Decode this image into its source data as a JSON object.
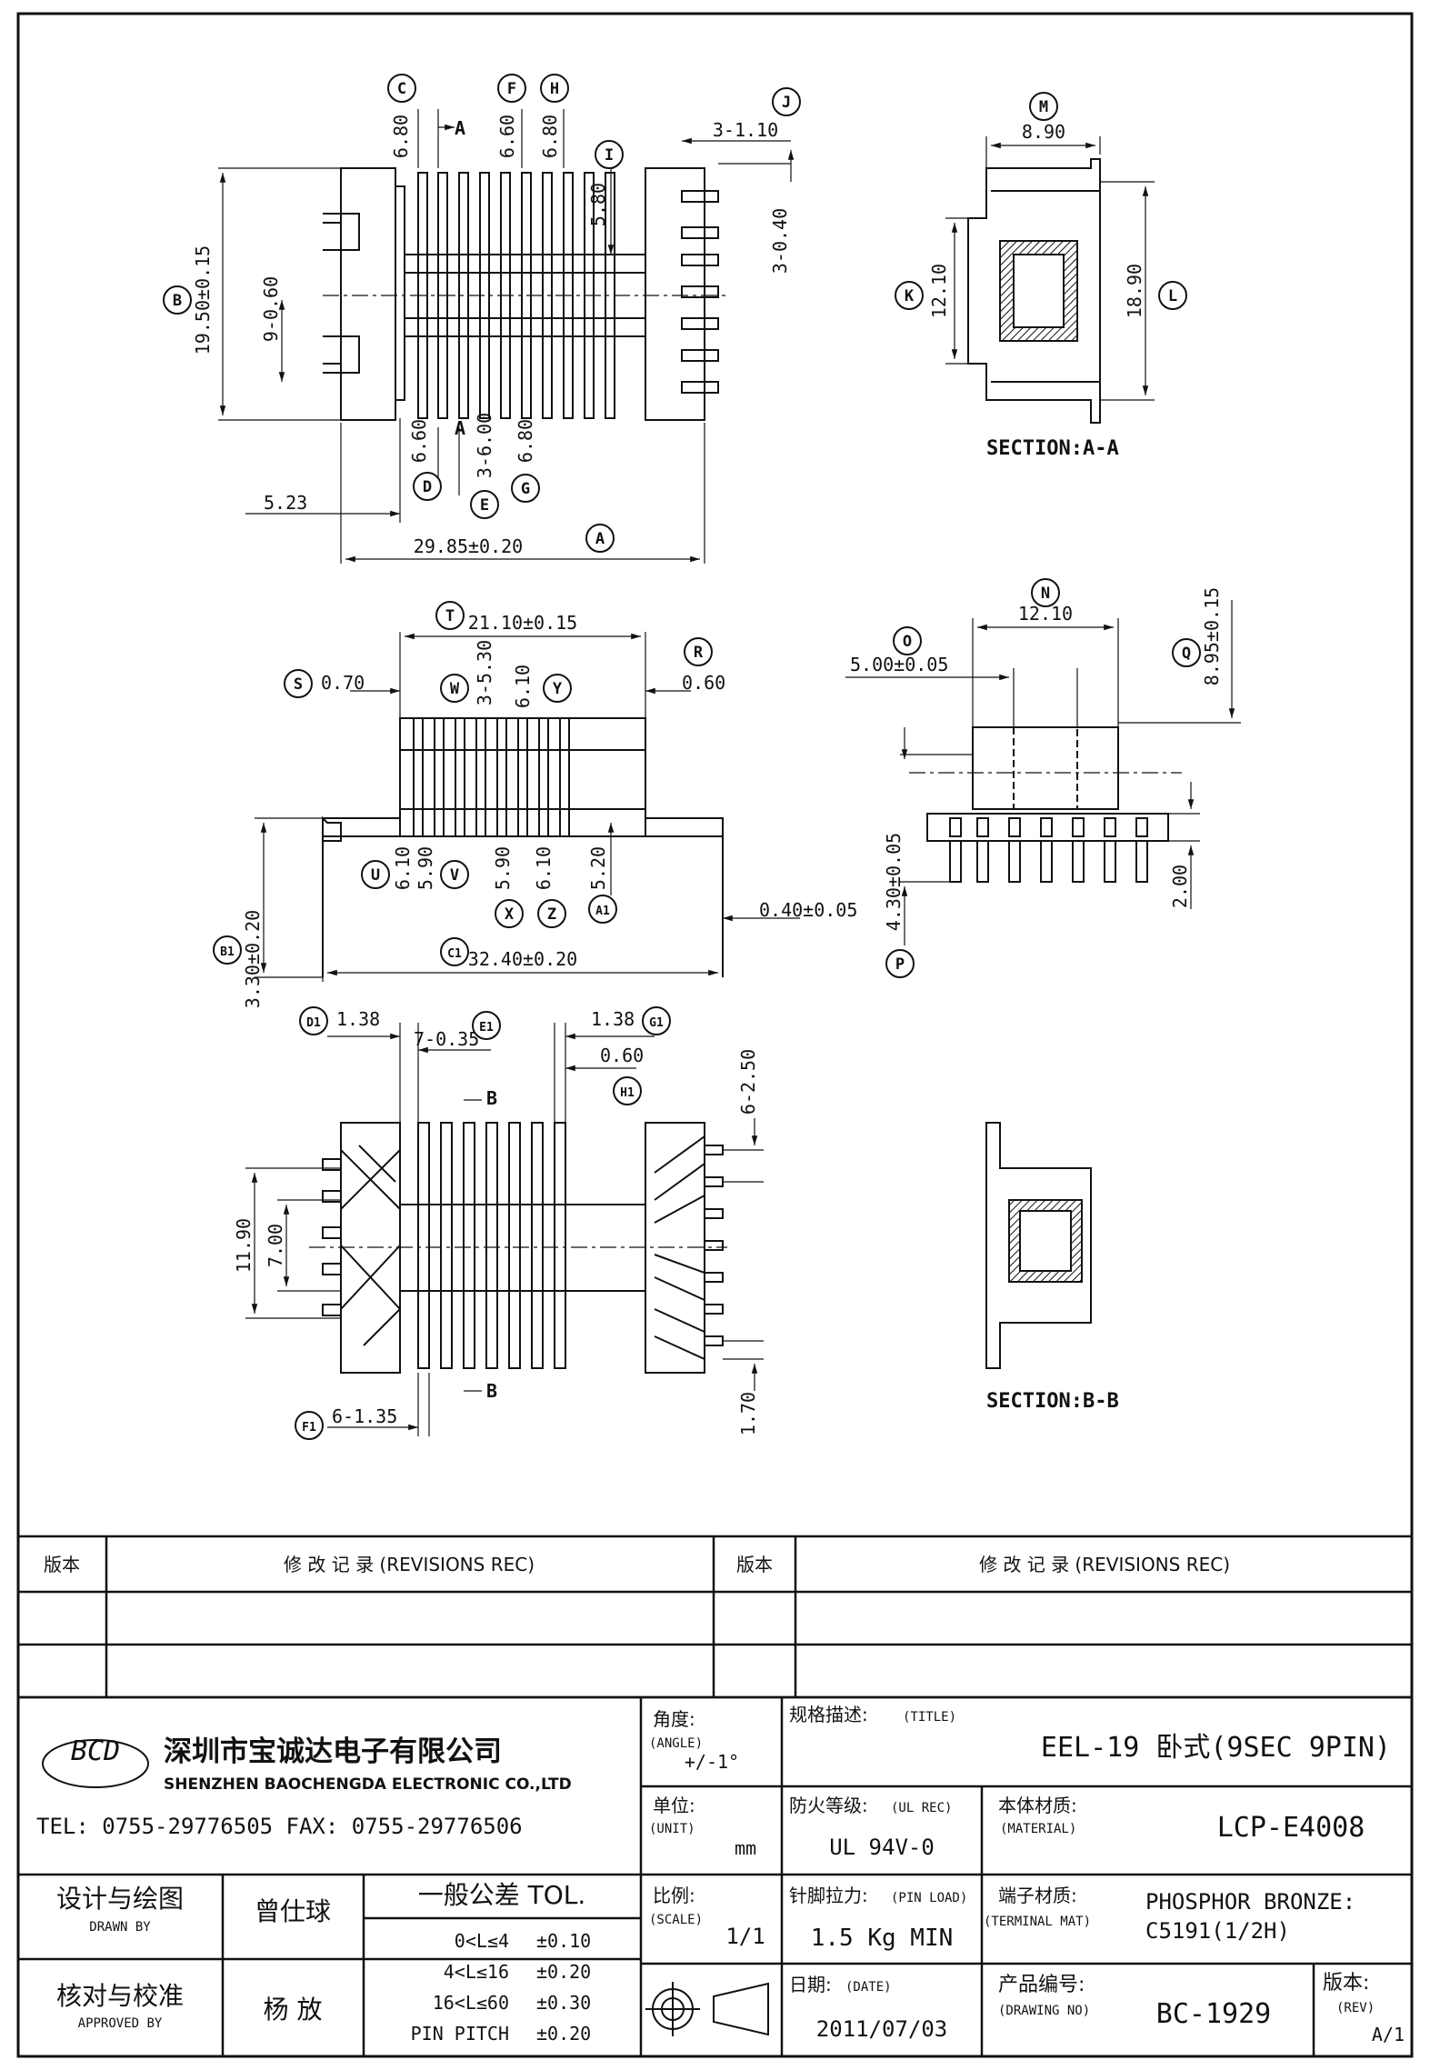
{
  "views": {
    "section_aa": {
      "label": "SECTION:A-A"
    },
    "section_bb": {
      "label": "SECTION:B-B"
    }
  },
  "callouts": {
    "A": "A",
    "B": "B",
    "C": "C",
    "D": "D",
    "E": "E",
    "F": "F",
    "G": "G",
    "H": "H",
    "I": "I",
    "J": "J",
    "K": "K",
    "L": "L",
    "M": "M",
    "N": "N",
    "O": "O",
    "P": "P",
    "Q": "Q",
    "R": "R",
    "S": "S",
    "T": "T",
    "U": "U",
    "V": "V",
    "W": "W",
    "X": "X",
    "Y": "Y",
    "Z": "Z",
    "A1": "A1",
    "B1": "B1",
    "C1": "C1",
    "D1": "D1",
    "E1": "E1",
    "F1": "F1",
    "G1": "G1",
    "H1": "H1"
  },
  "dimensions": {
    "top_C": "6.80",
    "top_F": "6.60",
    "top_H": "6.80",
    "top_J": "3-1.10",
    "top_I": "5.80",
    "top_J2": "3-0.40",
    "top_B": "19.50±0.15",
    "top_9": "9-0.60",
    "top_D": "6.60",
    "top_E": "3-6.00",
    "top_G": "6.80",
    "top_523": "5.23",
    "top_A": "29.85±0.20",
    "sec_M": "8.90",
    "sec_K": "12.10",
    "sec_L": "18.90",
    "side_T": "21.10±0.15",
    "side_S": "0.70",
    "side_W": "3-5.30",
    "side_Y": "6.10",
    "side_R": "0.60",
    "side_U": "6.10",
    "side_V": "5.90",
    "side_X": "5.90",
    "side_Z": "6.10",
    "side_A1": "5.20",
    "side_040": "0.40±0.05",
    "side_C1": "32.40±0.20",
    "side_B1": "3.30±0.20",
    "end_N": "12.10",
    "end_O": "5.00±0.05",
    "end_Q": "8.95±0.15",
    "end_P": "4.30±0.05",
    "end_200": "2.00",
    "bot_D1": "1.38",
    "bot_E1": "7-0.35",
    "bot_G1": "1.38",
    "bot_H1": "0.60",
    "bot_250": "6-2.50",
    "bot_1190": "11.90",
    "bot_700": "7.00",
    "bot_F1": "6-1.35",
    "bot_170": "1.70",
    "section_mark": "A",
    "section_mark_b": "B"
  },
  "title_block": {
    "rev_header_left": "版本",
    "rev_header_text": "修 改 记 录  (REVISIONS REC)",
    "rev_header_right": "版本",
    "company_logo": "BCD",
    "company_cn": "深圳市宝诚达电子有限公司",
    "company_en": "SHENZHEN BAOCHENGDA ELECTRONIC CO.,LTD",
    "tel_fax": "TEL: 0755-29776505  FAX: 0755-29776506",
    "angle_label": "角度:",
    "angle_en": "(ANGLE)",
    "angle_value": "+/-1°",
    "title_label": "规格描述:",
    "title_en": "(TITLE)",
    "title_value": "EEL-19 卧式(9SEC 9PIN)",
    "unit_label": "单位:",
    "unit_en": "(UNIT)",
    "unit_value": "mm",
    "ul_label": "防火等级:",
    "ul_en": "(UL REC)",
    "ul_value": "UL 94V-0",
    "material_label": "本体材质:",
    "material_en": "(MATERIAL)",
    "material_value": "LCP-E4008",
    "drawn_label": "设计与绘图",
    "drawn_en": "DRAWN BY",
    "drawn_value": "曾仕球",
    "tol_label": "一般公差 TOL.",
    "tol_rows": [
      {
        "range": "0<L≤4",
        "tol": "±0.10"
      },
      {
        "range": "4<L≤16",
        "tol": "±0.20"
      },
      {
        "range": "16<L≤60",
        "tol": "±0.30"
      },
      {
        "range": "PIN PITCH",
        "tol": "±0.20"
      }
    ],
    "scale_label": "比例:",
    "scale_en": "(SCALE)",
    "scale_value": "1/1",
    "pin_label": "针脚拉力:",
    "pin_en": "(PIN LOAD)",
    "pin_value": "1.5 Kg MIN",
    "terminal_label": "端子材质:",
    "terminal_en": "(TERMINAL MAT)",
    "terminal_value_1": "PHOSPHOR BRONZE:",
    "terminal_value_2": "C5191(1/2H)",
    "approved_label": "核对与校准",
    "approved_en": "APPROVED BY",
    "approved_value": "杨  放",
    "date_label": "日期:",
    "date_en": "(DATE)",
    "date_value": "2011/07/03",
    "drawing_label": "产品编号:",
    "drawing_en": "(DRAWING NO)",
    "drawing_value": "BC-1929",
    "rev_label": "版本:",
    "rev_en": "(REV)",
    "rev_value": "A/1"
  }
}
